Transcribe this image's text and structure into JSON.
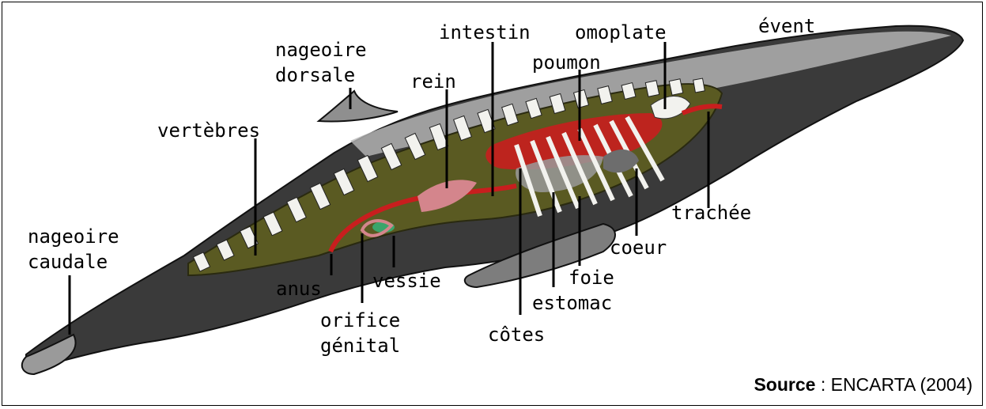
{
  "labels": {
    "nageoire_dorsale": [
      "nageoire",
      "dorsale"
    ],
    "intestin": "intestin",
    "omoplate": "omoplate",
    "event": "évent",
    "poumon": "poumon",
    "rein": "rein",
    "vertebres": "vertèbres",
    "trachee": "trachée",
    "nageoire_caudale": [
      "nageoire",
      "caudale"
    ],
    "coeur": "coeur",
    "foie": "foie",
    "anus": "anus",
    "vessie": "vessie",
    "estomac": "estomac",
    "orifice_genital": [
      "orifice",
      "génital"
    ],
    "cotes": "côtes"
  },
  "source": {
    "label": "Source",
    "text": " : ENCARTA (2004)"
  },
  "colors": {
    "body_dark": "#2b2b2b",
    "body_grey": "#8a8a8a",
    "cavity": "#5a5a22",
    "bone": "#f2f2ee",
    "organ_red": "#c81e1e",
    "organ_pink": "#d4858c",
    "bladder": "#3aa56b"
  }
}
